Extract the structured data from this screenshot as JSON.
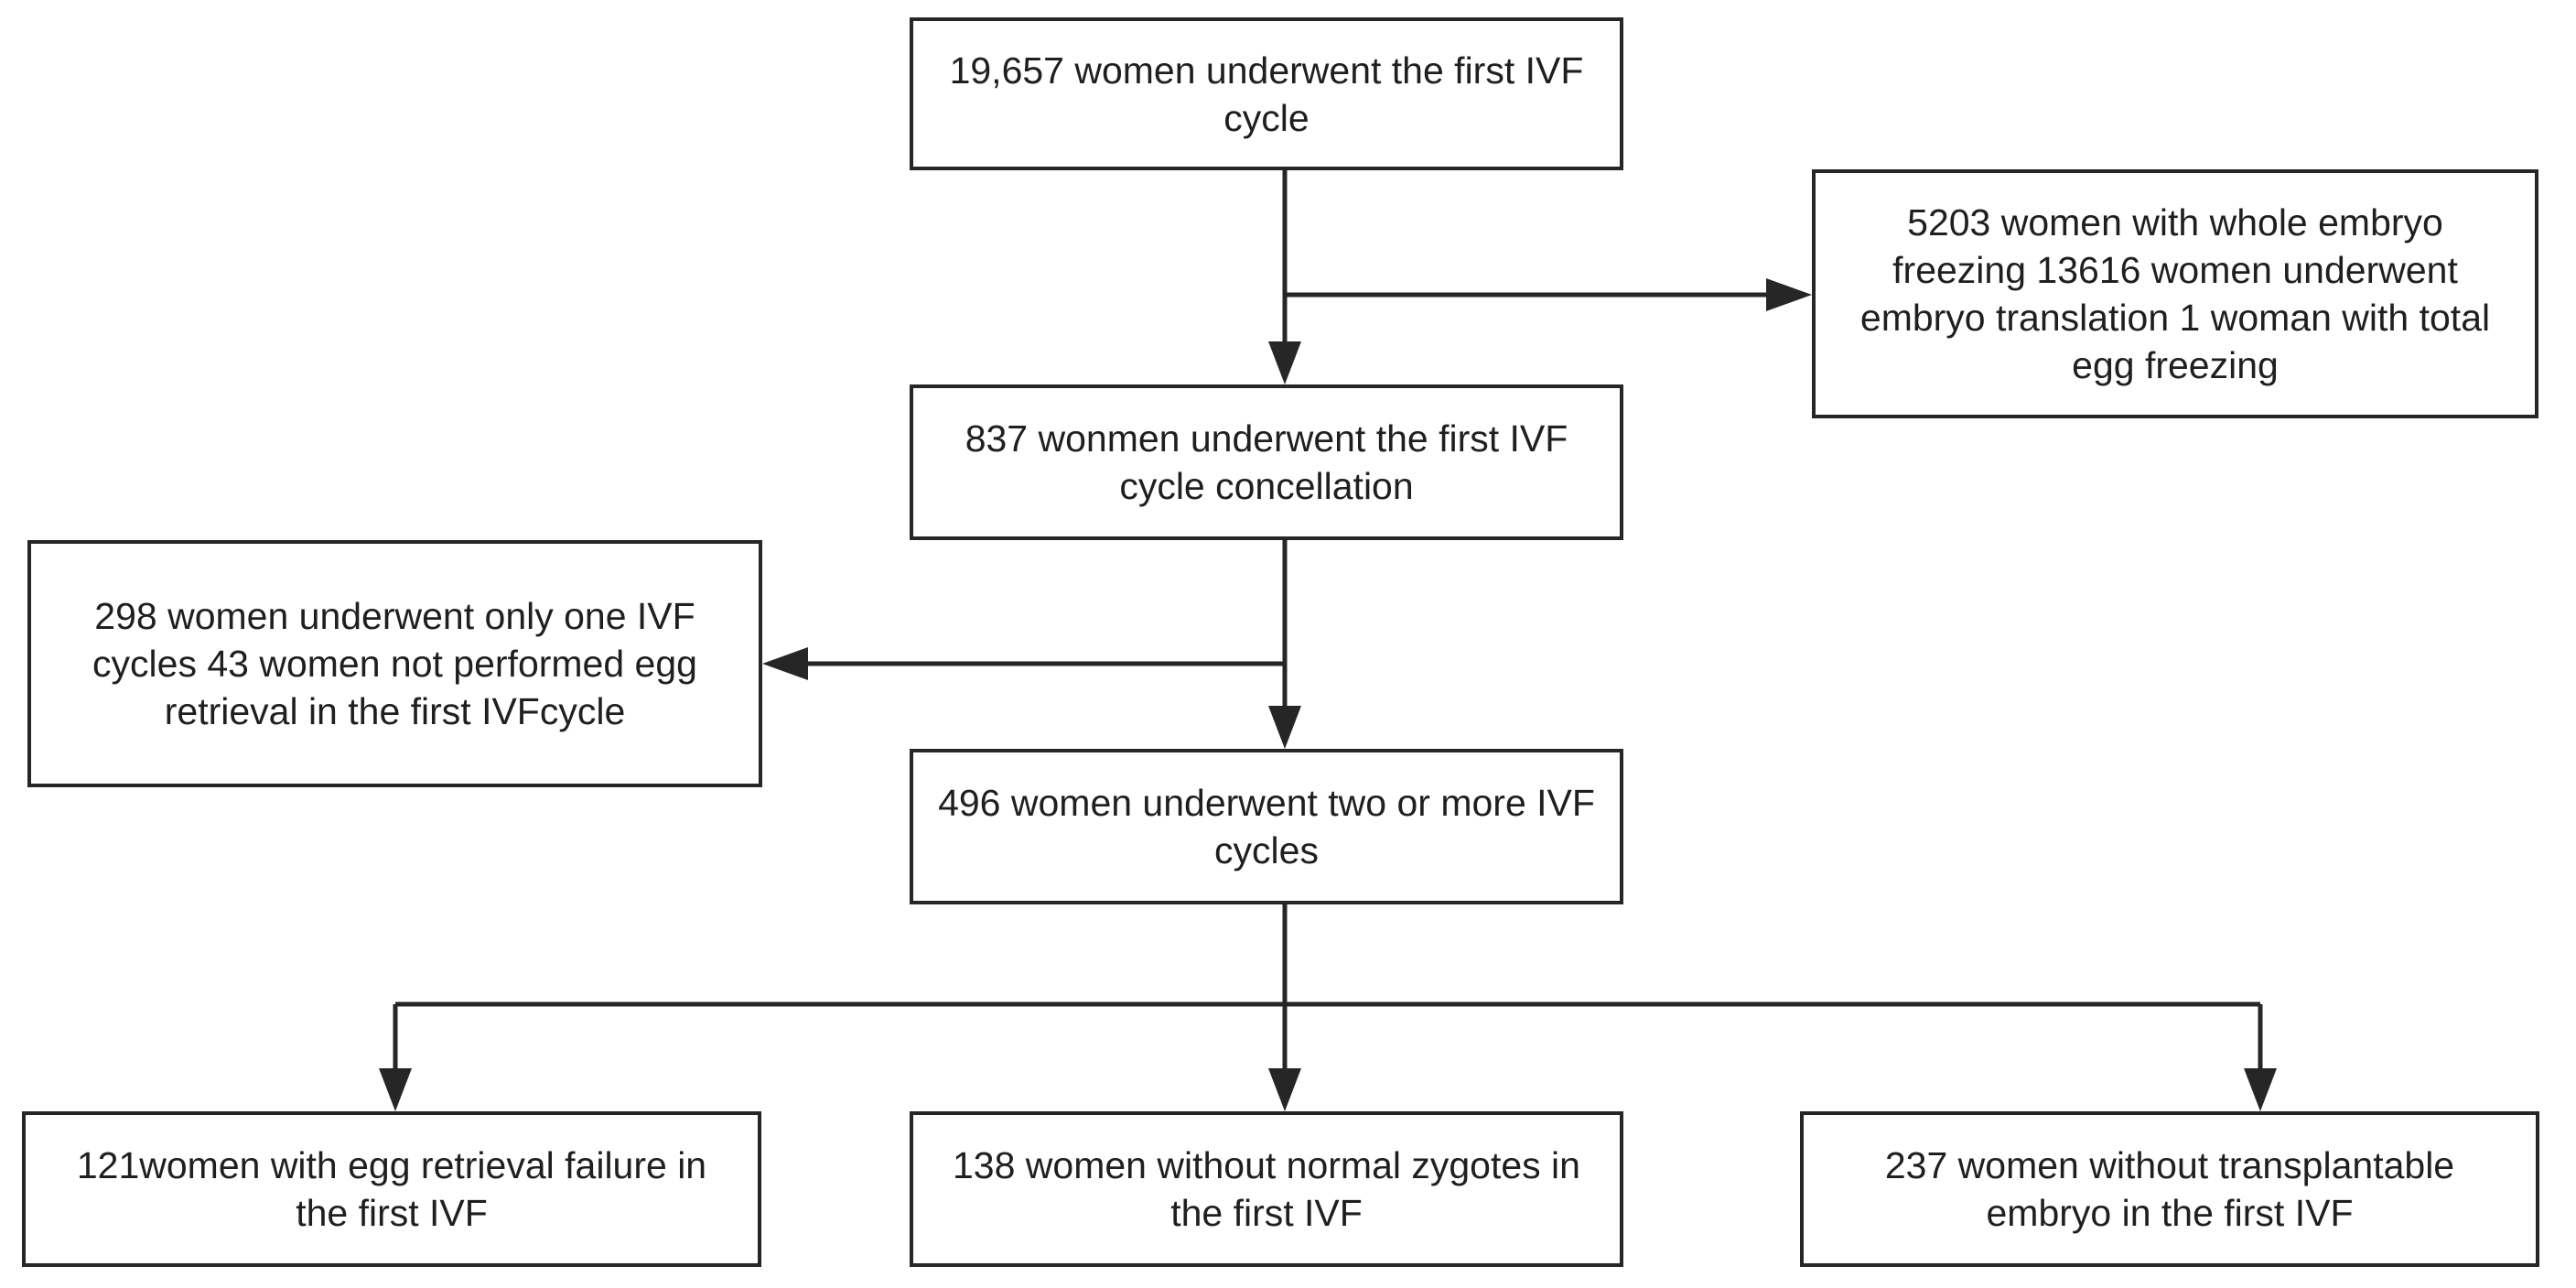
{
  "flowchart": {
    "nodes": {
      "start": "19,657 women underwent the first IVF cycle",
      "excluded_1": "5203 women with whole embryo freezing 13616 women underwent embryo translation 1 woman with total egg freezing",
      "cancel": "837 wonmen underwent the first IVF cycle concellation",
      "excluded_2": "298 women underwent only one IVF cycles 43 women not performed egg retrieval in the first IVFcycle",
      "multi": "496 women underwent two or more IVF cycles",
      "outcome_1": "121women with egg retrieval failure in the first IVF",
      "outcome_2": "138 women without normal zygotes in the first IVF",
      "outcome_3": "237 women without transplantable embryo  in the first IVF"
    },
    "edges": [
      {
        "from": "start",
        "to": "cancel"
      },
      {
        "from": "start",
        "to": "excluded_1"
      },
      {
        "from": "cancel",
        "to": "multi"
      },
      {
        "from": "cancel",
        "to": "excluded_2"
      },
      {
        "from": "multi",
        "to": "outcome_1"
      },
      {
        "from": "multi",
        "to": "outcome_2"
      },
      {
        "from": "multi",
        "to": "outcome_3"
      }
    ],
    "colors": {
      "line": "#262626",
      "text": "#1f1f1f",
      "background": "#ffffff"
    }
  }
}
